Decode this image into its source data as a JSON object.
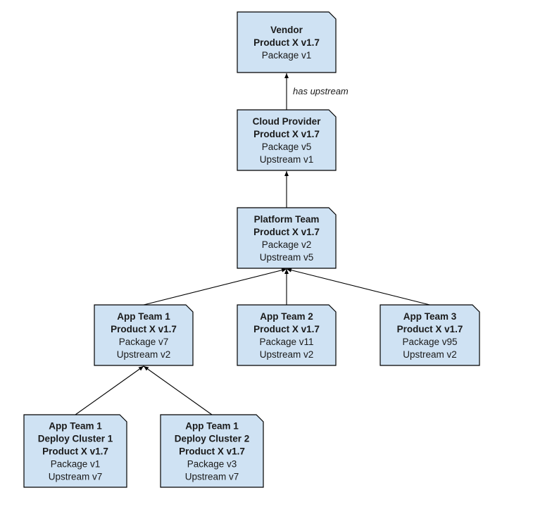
{
  "diagram": {
    "edge_label": "has upstream",
    "nodes": [
      {
        "id": "vendor",
        "lines": [
          {
            "text": "Vendor",
            "bold": true
          },
          {
            "text": "Product X v1.7",
            "bold": true
          },
          {
            "text": "Package v1",
            "bold": false
          }
        ]
      },
      {
        "id": "cloud-provider",
        "lines": [
          {
            "text": "Cloud Provider",
            "bold": true
          },
          {
            "text": "Product X v1.7",
            "bold": true
          },
          {
            "text": "Package v5",
            "bold": false
          },
          {
            "text": "Upstream v1",
            "bold": false
          }
        ]
      },
      {
        "id": "platform-team",
        "lines": [
          {
            "text": "Platform Team",
            "bold": true
          },
          {
            "text": "Product X v1.7",
            "bold": true
          },
          {
            "text": "Package v2",
            "bold": false
          },
          {
            "text": "Upstream v5",
            "bold": false
          }
        ]
      },
      {
        "id": "app-team-1",
        "lines": [
          {
            "text": "App Team 1",
            "bold": true
          },
          {
            "text": "Product X v1.7",
            "bold": true
          },
          {
            "text": "Package v7",
            "bold": false
          },
          {
            "text": "Upstream v2",
            "bold": false
          }
        ]
      },
      {
        "id": "app-team-2",
        "lines": [
          {
            "text": "App Team 2",
            "bold": true
          },
          {
            "text": "Product X v1.7",
            "bold": true
          },
          {
            "text": "Package v11",
            "bold": false
          },
          {
            "text": "Upstream v2",
            "bold": false
          }
        ]
      },
      {
        "id": "app-team-3",
        "lines": [
          {
            "text": "App Team 3",
            "bold": true
          },
          {
            "text": "Product X v1.7",
            "bold": true
          },
          {
            "text": "Package v95",
            "bold": false
          },
          {
            "text": "Upstream v2",
            "bold": false
          }
        ]
      },
      {
        "id": "deploy-cluster-1",
        "lines": [
          {
            "text": "App Team 1",
            "bold": true
          },
          {
            "text": "Deploy Cluster 1",
            "bold": true
          },
          {
            "text": "Product X v1.7",
            "bold": true
          },
          {
            "text": "Package v1",
            "bold": false
          },
          {
            "text": "Upstream v7",
            "bold": false
          }
        ]
      },
      {
        "id": "deploy-cluster-2",
        "lines": [
          {
            "text": "App Team 1",
            "bold": true
          },
          {
            "text": "Deploy Cluster 2",
            "bold": true
          },
          {
            "text": "Product X v1.7",
            "bold": true
          },
          {
            "text": "Package v3",
            "bold": false
          },
          {
            "text": "Upstream v7",
            "bold": false
          }
        ]
      }
    ],
    "edges": [
      {
        "from": "cloud-provider",
        "to": "vendor"
      },
      {
        "from": "platform-team",
        "to": "cloud-provider"
      },
      {
        "from": "app-team-1",
        "to": "platform-team"
      },
      {
        "from": "app-team-2",
        "to": "platform-team"
      },
      {
        "from": "app-team-3",
        "to": "platform-team"
      },
      {
        "from": "deploy-cluster-1",
        "to": "app-team-1"
      },
      {
        "from": "deploy-cluster-2",
        "to": "app-team-1"
      }
    ]
  }
}
